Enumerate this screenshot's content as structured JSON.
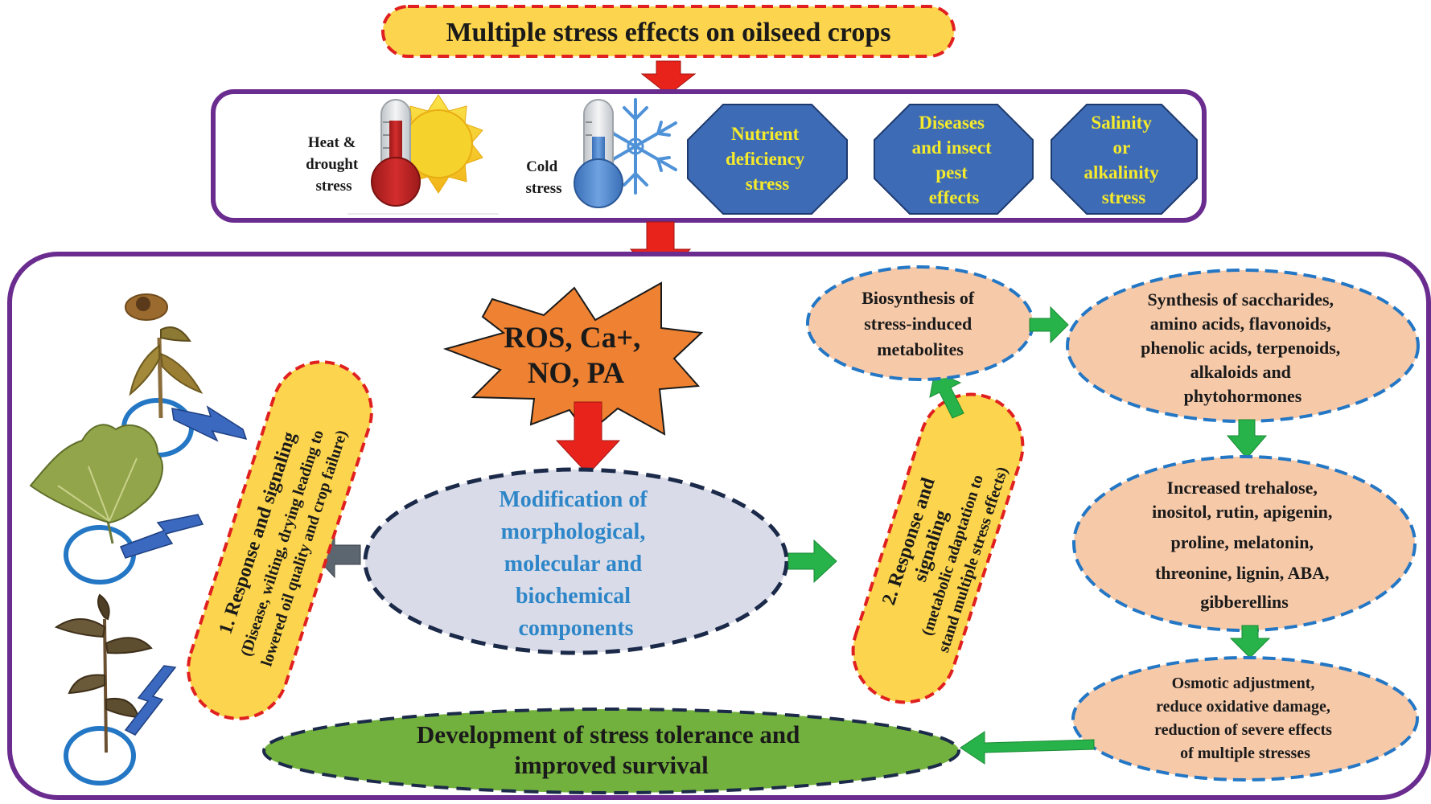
{
  "title": "Multiple stress effects on oilseed crops",
  "stresses": {
    "heat_drought": [
      "Heat &",
      "drought",
      "stress"
    ],
    "cold": [
      "Cold",
      "stress"
    ],
    "nutrient": [
      "Nutrient",
      "deficiency",
      "stress"
    ],
    "diseases": [
      "Diseases",
      "and insect",
      "pest",
      "effects"
    ],
    "salinity": [
      "Salinity",
      "or",
      "alkalinity",
      "stress"
    ]
  },
  "signals": [
    "ROS, Ca+,",
    "NO, PA"
  ],
  "modification": [
    "Modification of",
    "morphological,",
    "molecular and",
    "biochemical",
    "components"
  ],
  "response1": {
    "title": "1. Response and signaling",
    "sub": [
      "(Disease, wilting, drying leading to",
      "lowered oil quality and crop failure)"
    ]
  },
  "response2": {
    "title": [
      "2. Response and",
      "signaling"
    ],
    "sub": [
      "(metabolic adaptation to",
      "stand multiple stress effects)"
    ]
  },
  "biosynthesis": [
    "Biosynthesis of",
    "stress-induced",
    "metabolites"
  ],
  "synthesis": [
    "Synthesis of saccharides,",
    "amino acids, flavonoids,",
    "phenolic acids, terpenoids,",
    "alkaloids and",
    "phytohormones"
  ],
  "increased": [
    "Increased trehalose,",
    "inositol, rutin, apigenin,",
    "proline, melatonin,",
    "threonine, lignin, ABA,",
    "gibberellins"
  ],
  "osmotic": [
    "Osmotic adjustment,",
    "reduce oxidative damage,",
    "reduction of severe effects",
    "of multiple stresses"
  ],
  "tolerance": [
    "Development of stress tolerance and",
    "improved survival"
  ],
  "colors": {
    "purple_border": "#6a2c8f",
    "red_arrow": "#e8231c",
    "green_arrow": "#27b34a",
    "gray_arrow": "#5c6670",
    "yellow_fill": "#fcd44d",
    "red_dash": "#e02020",
    "octagon_fill": "#3e6bb5",
    "octagon_text": "#f5ea2c",
    "peach_fill": "#f6c9a9",
    "blue_dash": "#2477c4",
    "lavender_fill": "#d9dce8",
    "navy_dash": "#1c2a4a",
    "star_fill": "#ef8232",
    "green_fill": "#73b13e",
    "lightning_blue": "#3b69c0"
  },
  "icons": [
    "sun-icon",
    "thermometer-hot-icon",
    "snowflake-icon",
    "thermometer-cold-icon",
    "lightning-bolt-icon",
    "dried-plant-icon",
    "green-leaf-icon",
    "wilted-plant-icon"
  ]
}
